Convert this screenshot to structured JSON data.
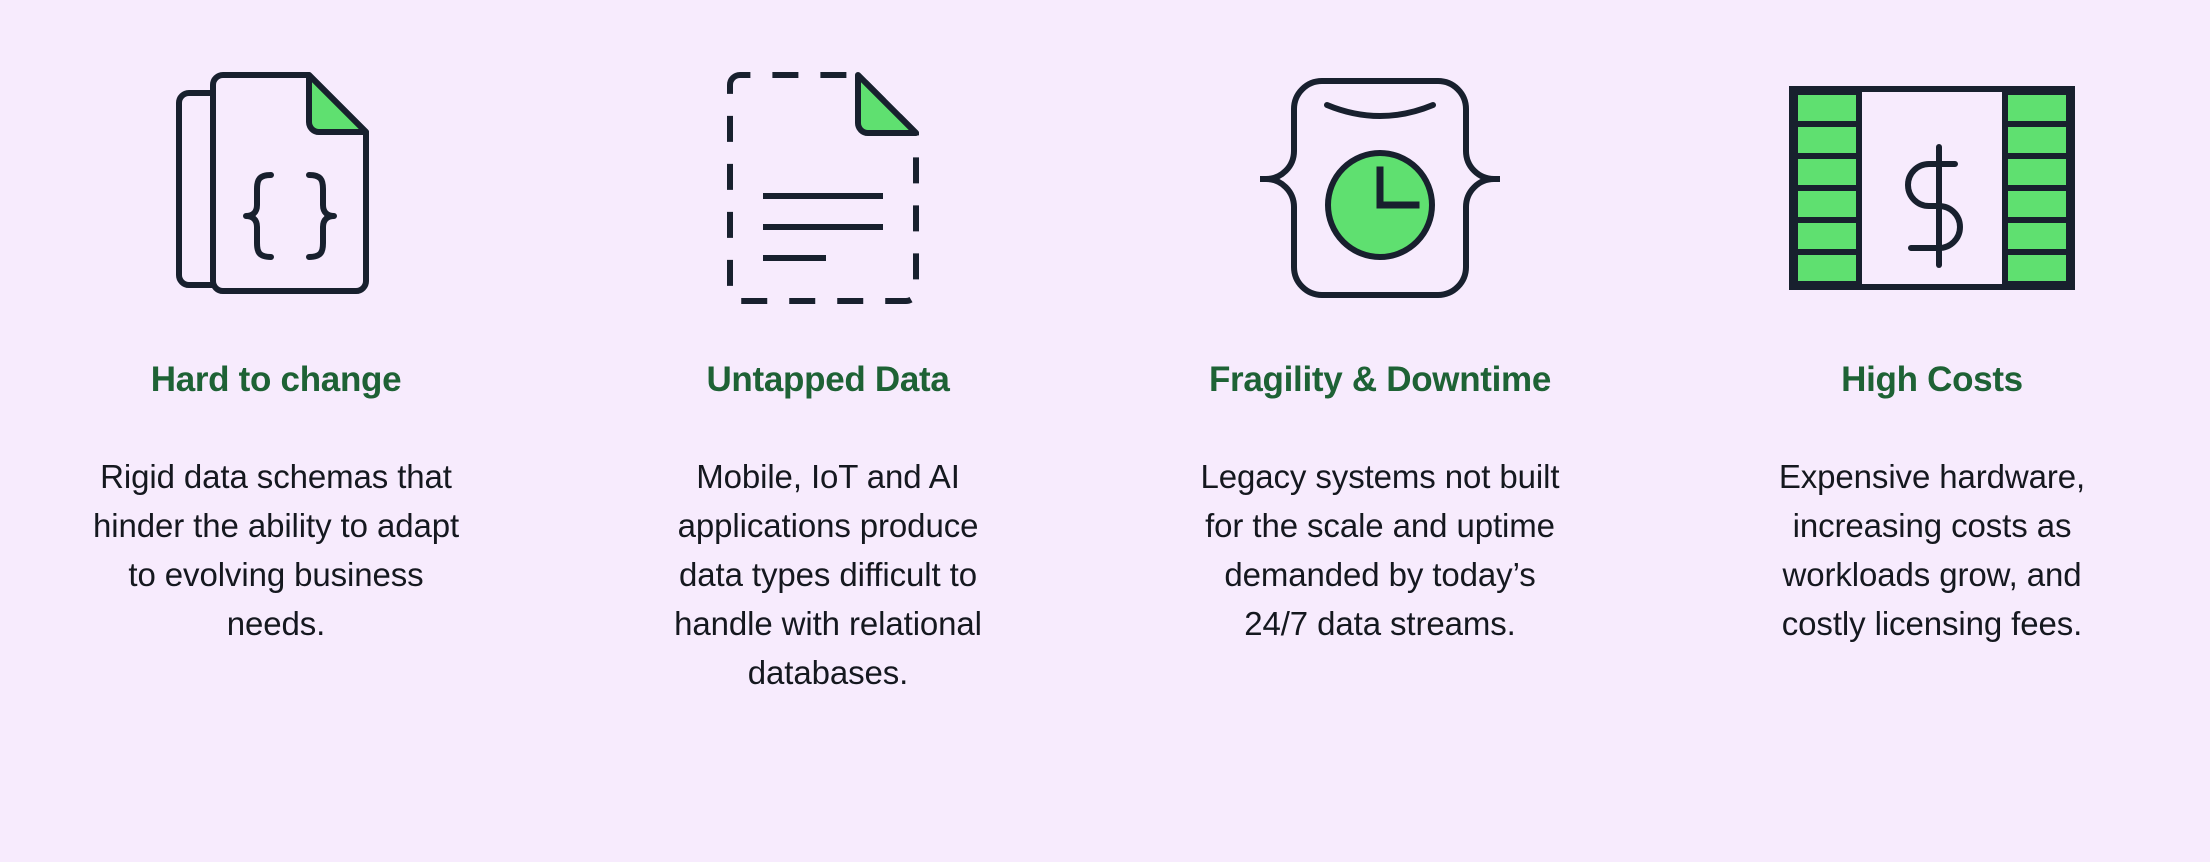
{
  "theme": {
    "background": "#f7ebfd",
    "heading_color": "#1e6235",
    "body_color": "#15181f",
    "outline_color": "#18202e",
    "accent_green": "#5fe070"
  },
  "columns": [
    {
      "icon": "stacked-documents-braces-icon",
      "title": "Hard to change",
      "body": "Rigid data schemas that hinder the ability to adapt to evolving business needs."
    },
    {
      "icon": "dashed-document-lines-icon",
      "title": "Untapped Data",
      "body": "Mobile, IoT and AI applications produce data types difficult to handle with relational databases."
    },
    {
      "icon": "server-clock-icon",
      "title": "Fragility & Downtime",
      "body": "Legacy systems not built for the scale and uptime demanded by today’s 24/7 data streams."
    },
    {
      "icon": "money-rack-dollar-icon",
      "title": "High Costs",
      "body": "Expensive hardware, increasing costs as workloads grow, and costly licensing fees."
    }
  ]
}
